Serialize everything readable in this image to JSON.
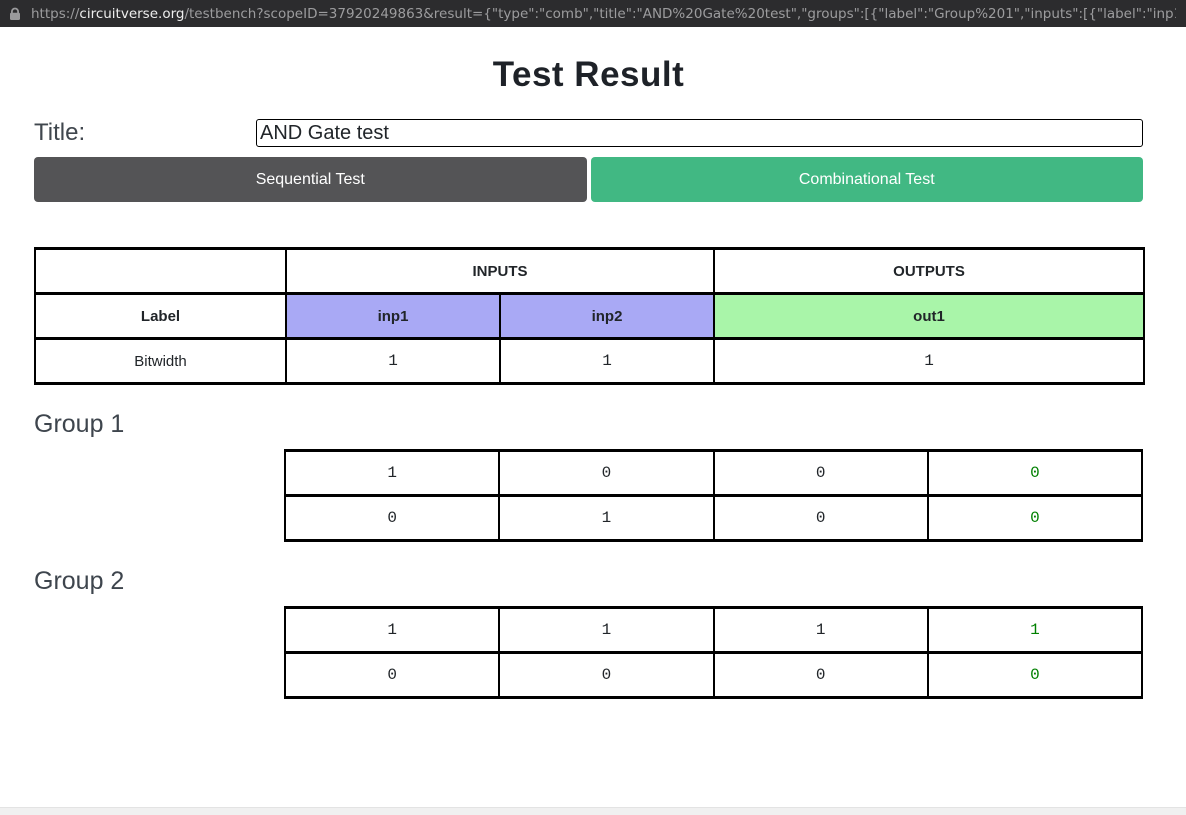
{
  "browser": {
    "lock_icon": "lock-icon",
    "url": {
      "protocol": "https://",
      "domain": "circuitverse.org",
      "path": "/testbench?scopeID=37920249863&result={\"type\":\"comb\",\"title\":\"AND%20Gate%20test\",\"groups\":[{\"label\":\"Group%201\",\"inputs\":[{\"label\":\"inp1\",\"bitWidth\":1,\"va…"
    }
  },
  "page": {
    "heading": "Test Result",
    "title_label": "Title:",
    "title_value": "AND Gate test"
  },
  "buttons": {
    "sequential": "Sequential Test",
    "combinational": "Combinational Test"
  },
  "header_table": {
    "inputs_header": "INPUTS",
    "outputs_header": "OUTPUTS",
    "label_row": {
      "label": "Label",
      "inp1": "inp1",
      "inp2": "inp2",
      "out1": "out1"
    },
    "bitwidth_row": {
      "label": "Bitwidth",
      "values": [
        "1",
        "1",
        "1"
      ]
    }
  },
  "groups": [
    {
      "title": "Group 1",
      "rows": [
        {
          "cells": [
            "1",
            "0",
            "0"
          ],
          "result": "0"
        },
        {
          "cells": [
            "0",
            "1",
            "0"
          ],
          "result": "0"
        }
      ]
    },
    {
      "title": "Group 2",
      "rows": [
        {
          "cells": [
            "1",
            "1",
            "1"
          ],
          "result": "1"
        },
        {
          "cells": [
            "0",
            "0",
            "0"
          ],
          "result": "0"
        }
      ]
    }
  ],
  "colors": {
    "topbar_bg": "#2c2c2e",
    "sequential_button_bg": "#545456",
    "combinational_button_bg": "#41b883",
    "input_header_bg": "#a9a9f5",
    "output_header_bg": "#a9f5a9",
    "pass_text": "#008000"
  }
}
